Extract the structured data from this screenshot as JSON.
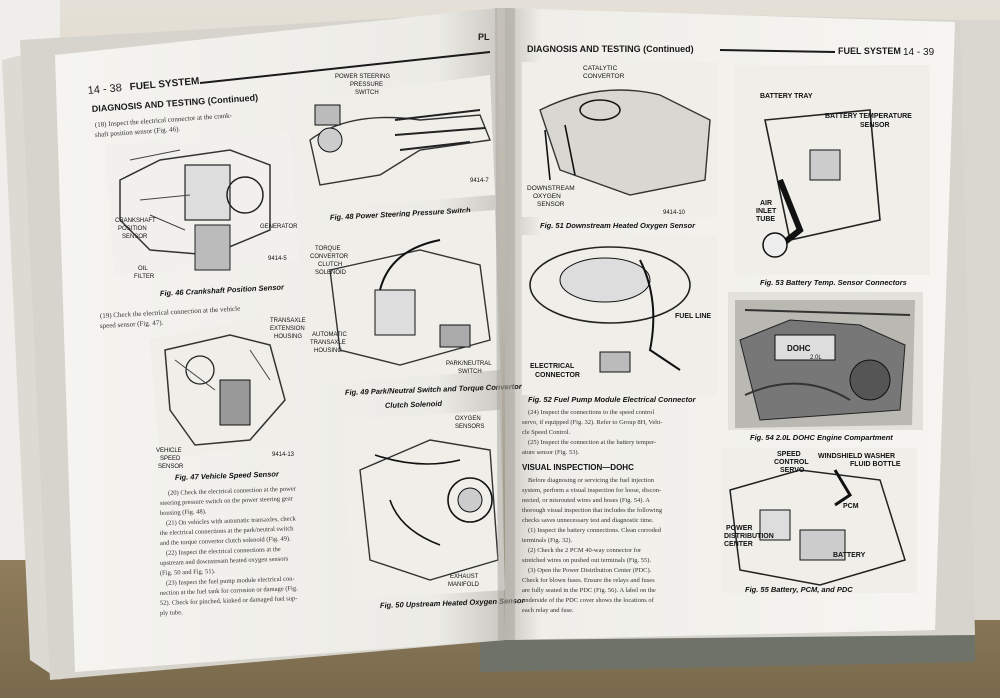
{
  "left_page": {
    "page_number": "14 - 38",
    "section": "FUEL SYSTEM",
    "heading": "DIAGNOSIS AND TESTING (Continued)",
    "step_18": "(18) Inspect the electrical connector at the crank-",
    "step_18b": "shaft position sensor (Fig. 46).",
    "fig46_labels": [
      "CRANKSHAFT",
      "POSITION",
      "SENSOR",
      "GENERATOR",
      "OIL",
      "FILTER"
    ],
    "fig46_code": "9414-5",
    "fig46_caption": "Fig. 46 Crankshaft Position Sensor",
    "step_19": "(19) Check the electrical connection at the vehicle",
    "step_19b": "speed sensor (Fig. 47).",
    "fig47_labels": [
      "TRANSAXLE",
      "EXTENSION",
      "HOUSING",
      "VEHICLE",
      "SPEED",
      "SENSOR"
    ],
    "fig47_code": "9414-13",
    "fig47_caption": "Fig. 47 Vehicle Speed Sensor",
    "para_lines": [
      "(20) Check the electrical connection at the power",
      "steering pressure switch on the power steering gear",
      "housing (Fig. 48).",
      "(21) On vehicles with automatic transaxles, check",
      "the electrical connections at the park/neutral switch",
      "and the torque convertor clutch solenoid (Fig. 49).",
      "(22) Inspect the electrical connections at the",
      "upstream and downstream heated oxygen sensors",
      "(Fig. 50 and Fig. 51).",
      "(23) Inspect the fuel pump module electrical con-",
      "nection at the fuel tank for corrosion or damage (Fig.",
      "52). Check for pinched, kinked or damaged fuel sup-",
      "ply tube."
    ],
    "fig48_labels": [
      "POWER STEERING",
      "PRESSURE",
      "SWITCH"
    ],
    "fig48_code": "9414-7",
    "fig48_caption": "Fig. 48 Power Steering Pressure Switch",
    "fig49_labels": [
      "TORQUE",
      "CONVERTOR",
      "CLUTCH",
      "SOLENOID",
      "AUTOMATIC",
      "TRANSAXLE",
      "HOUSING",
      "PARK/NEUTRAL",
      "SWITCH"
    ],
    "fig49_caption": "Fig. 49 Park/Neutral Switch and Torque Convertor",
    "fig49_caption2": "Clutch Solenoid",
    "fig50_labels": [
      "OXYGEN",
      "SENSORS",
      "EXHAUST",
      "MANIFOLD"
    ],
    "fig50_caption": "Fig. 50 Upstream Heated Oxygen Sensor"
  },
  "right_page": {
    "tab": "PL",
    "heading": "DIAGNOSIS AND TESTING (Continued)",
    "section": "FUEL SYSTEM",
    "page_number": "14 - 39",
    "fig51_labels": [
      "CATALYTIC",
      "CONVERTOR",
      "DOWNSTREAM",
      "OXYGEN",
      "SENSOR"
    ],
    "fig51_code": "9414-10",
    "fig51_caption": "Fig. 51 Downstream Heated Oxygen Sensor",
    "fig52_labels": [
      "FUEL LINE",
      "ELECTRICAL",
      "CONNECTOR"
    ],
    "fig52_caption": "Fig. 52 Fuel Pump Module Electrical Connector",
    "para_lines": [
      "(24) Inspect the connections to the speed control",
      "servo, if equipped (Fig. 32). Refer to Group 8H, Vehi-",
      "cle Speed Control.",
      "(25) Inspect the connection at the battery temper-",
      "ature sensor (Fig. 53)."
    ],
    "visual_heading": "VISUAL INSPECTION—DOHC",
    "visual_lines": [
      "Before diagnosing or servicing the fuel injection",
      "system, perform a visual inspection for loose, discon-",
      "nected, or misrouted wires and hoses (Fig. 54). A",
      "thorough visual inspection that includes the following",
      "checks saves unnecessary test and diagnostic time.",
      "(1) Inspect the battery connections. Clean corroded",
      "terminals (Fig. 32).",
      "(2) Check the 2 PCM 40-way connector for",
      "stretched wires on pushed out terminals (Fig. 55).",
      "(3) Open the Power Distribution Center (PDC).",
      "Check for blown fuses. Ensure the relays and fuses",
      "are fully seated in the PDC (Fig. 56). A label on the",
      "underside of the PDC cover shows the locations of",
      "each relay and fuse."
    ],
    "fig53_labels": [
      "BATTERY TRAY",
      "BATTERY TEMPERATURE",
      "SENSOR",
      "AIR",
      "INLET",
      "TUBE"
    ],
    "fig53_caption": "Fig. 53 Battery Temp. Sensor Connectors",
    "fig54_labels": [
      "DOHC",
      "2.0L"
    ],
    "fig54_caption": "Fig. 54 2.0L DOHC Engine Compartment",
    "fig55_labels": [
      "SPEED",
      "CONTROL",
      "SERVO",
      "WINDSHIELD WASHER",
      "FLUID BOTTLE",
      "PCM",
      "POWER",
      "DISTRIBUTION",
      "CENTER",
      "BATTERY"
    ],
    "fig55_caption": "Fig. 55 Battery, PCM, and PDC"
  },
  "colors": {
    "table": "#8a7a5e",
    "paper": "#f3f2ee",
    "ink": "#1a1a1a",
    "cover": "#6e7269"
  }
}
